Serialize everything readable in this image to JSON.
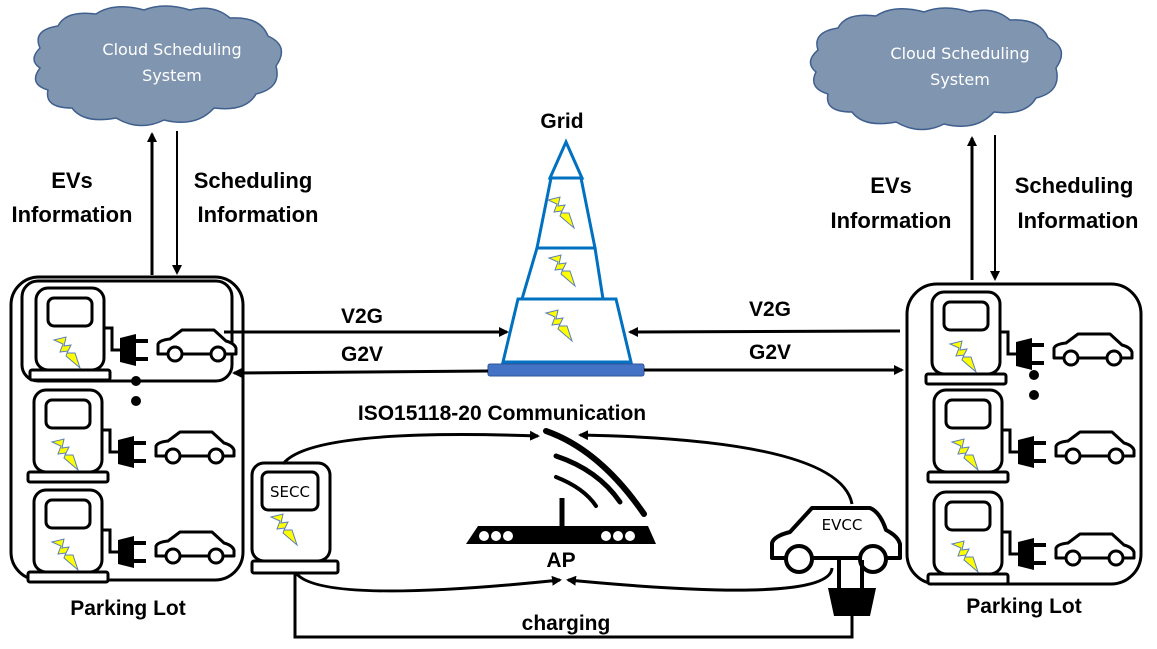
{
  "colors": {
    "cloud_fill": "#8096b0",
    "cloud_stroke": "#3f5f8f",
    "grid_stroke": "#0070c0",
    "grid_base": "#4472c4",
    "bolt_fill": "#ffff00",
    "bolt_stroke": "#5b7fb8",
    "line": "#000000"
  },
  "left": {
    "cloud": {
      "line1": "Cloud Scheduling",
      "line2": "System"
    },
    "up_arrow_label": {
      "line1": "EVs",
      "line2": "Information"
    },
    "down_arrow_label": {
      "line1": "Scheduling",
      "line2": "Information"
    },
    "parking_lot_label": "Parking Lot",
    "chargers": 3
  },
  "right": {
    "cloud": {
      "line1": "Cloud Scheduling",
      "line2": "System"
    },
    "up_arrow_label": {
      "line1": "EVs",
      "line2": "Information"
    },
    "down_arrow_label": {
      "line1": "Scheduling",
      "line2": "Information"
    },
    "parking_lot_label": "Parking Lot",
    "chargers": 3
  },
  "grid": {
    "title": "Grid",
    "left_v2g": "V2G",
    "left_g2v": "G2V",
    "right_v2g": "V2G",
    "right_g2v": "G2V"
  },
  "communication": {
    "title": "ISO15118-20 Communication",
    "secc_label": "SECC",
    "evcc_label": "EVCC",
    "ap_label": "AP",
    "charging_label": "charging"
  }
}
